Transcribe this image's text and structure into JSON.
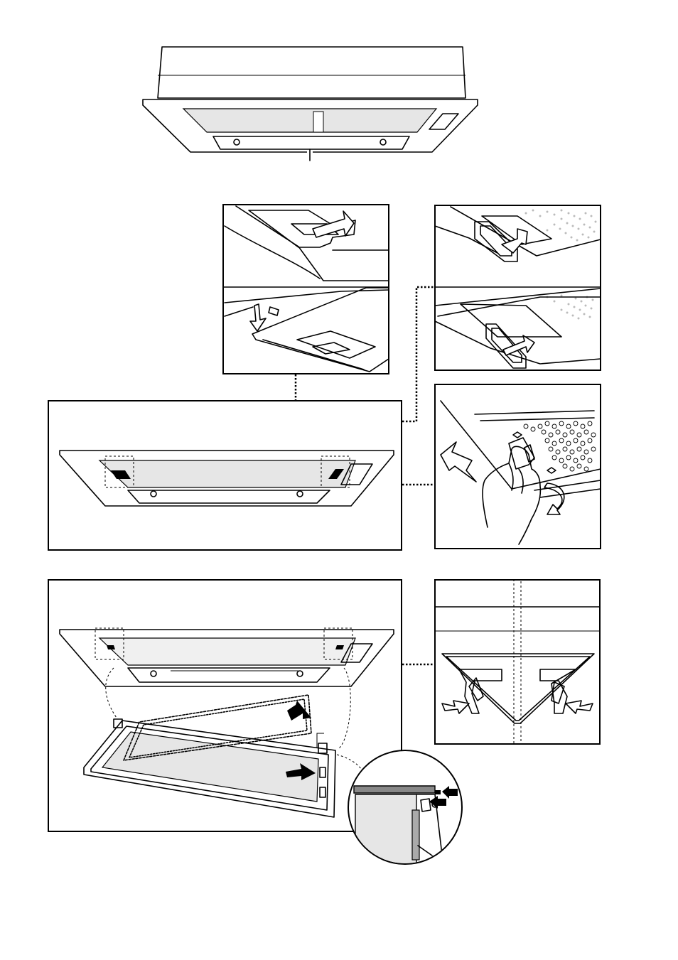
{
  "document": {
    "type": "installation-manual-illustration",
    "figures": [
      "hood-overview",
      "clip-release-detail",
      "clip-removal-detail",
      "panel-underside",
      "hand-release",
      "filter-removal",
      "clip-side-view",
      "hinge-close-up"
    ]
  }
}
